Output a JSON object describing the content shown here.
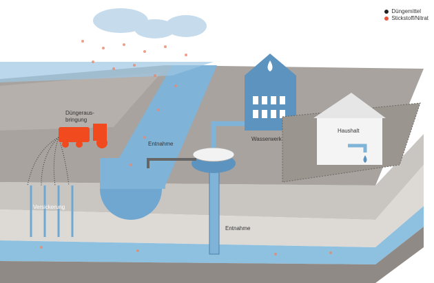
{
  "legend": {
    "items": [
      {
        "label": "Düngemittel",
        "color": "#222222"
      },
      {
        "label": "Stickstoff/Nitrat",
        "color": "#e8553a"
      }
    ]
  },
  "labels": {
    "fertilizer_line1": "Düngeraus-",
    "fertilizer_line2": "bringung",
    "extraction_top": "Entnahme",
    "waterworks": "Wasserwerk",
    "household": "Haushalt",
    "infiltration": "Versickerung",
    "extraction_bottom": "Entnahme"
  },
  "colors": {
    "water": "#7fb3d8",
    "soil_top": "#a9a4a0",
    "soil_layer": "#cfccc8",
    "tractor": "#f04a1e"
  }
}
